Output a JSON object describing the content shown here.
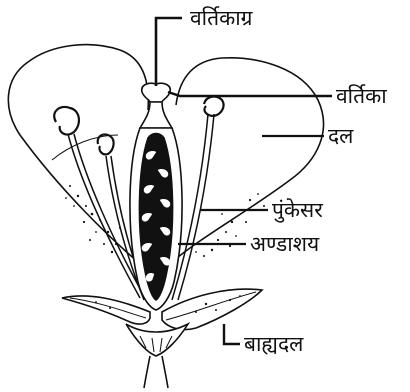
{
  "labels": {
    "stigma": "वर्तिकाग्र",
    "style": "वर्तिका",
    "petal": "दल",
    "stamen": "पुंकेसर",
    "ovary": "अण्डाशय",
    "sepal": "बाह्यदल"
  },
  "colors": {
    "ink": "#111111",
    "background": "#ffffff"
  }
}
